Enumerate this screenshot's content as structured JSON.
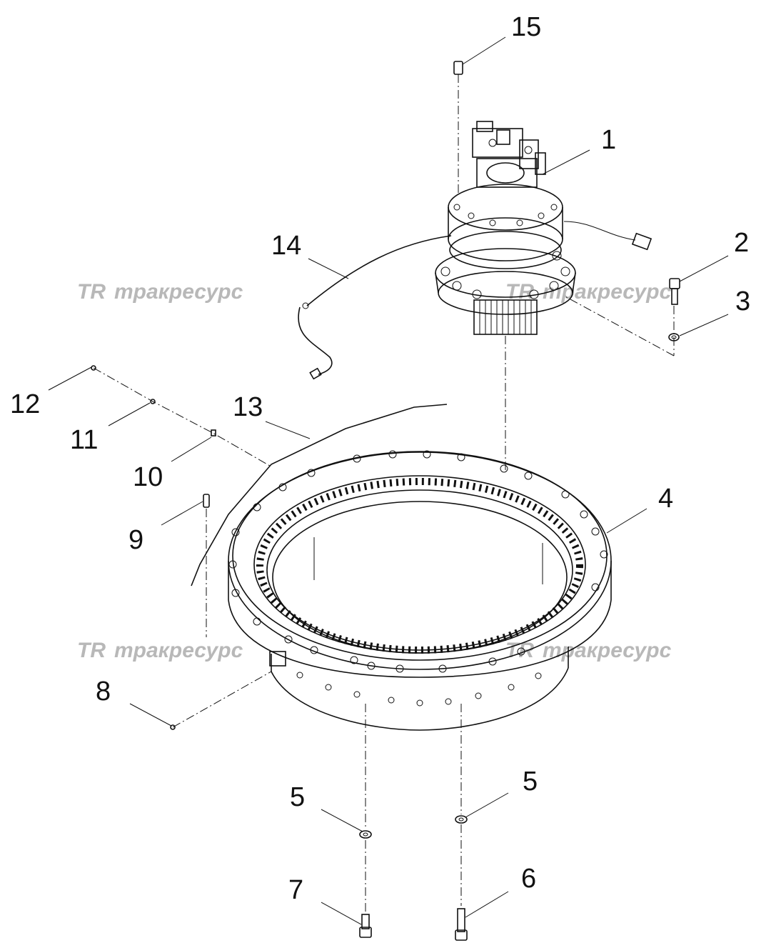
{
  "callouts": {
    "c1": "1",
    "c2": "2",
    "c3": "3",
    "c4": "4",
    "c5a": "5",
    "c5b": "5",
    "c6": "6",
    "c7": "7",
    "c8": "8",
    "c9": "9",
    "c10": "10",
    "c11": "11",
    "c12": "12",
    "c13": "13",
    "c14": "14",
    "c15": "15"
  },
  "watermark": {
    "logo": "TR",
    "text": "тракресурс"
  },
  "colors": {
    "line": "#111111",
    "watermark": "#b8b8b8",
    "background": "#ffffff"
  }
}
